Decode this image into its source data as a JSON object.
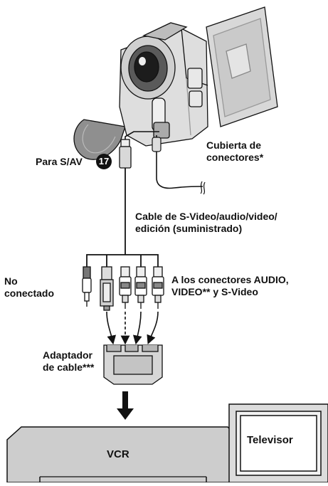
{
  "labels": {
    "para_sav": "Para S/AV",
    "para_sav_ref": "17",
    "cubierta": "Cubierta de conectores*",
    "cable": "Cable de S-Video/audio/video/ edición (suministrado)",
    "no_conectado": "No conectado",
    "a_los_conectores": "A los conectores AUDIO, VIDEO** y S-Video",
    "adaptador": "Adaptador de cable***",
    "vcr": "VCR",
    "televisor": "Televisor"
  },
  "colors": {
    "line": "#111111",
    "body_gray": "#d4d4d4",
    "dark_gray": "#8a8a8a"
  }
}
